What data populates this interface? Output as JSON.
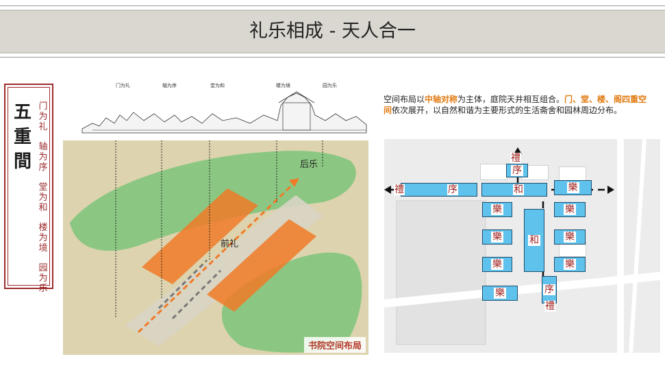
{
  "title": "礼乐相成 - 天人合一",
  "seal": {
    "big_text": "五重間",
    "columns": [
      "门为礼",
      "轴为序",
      "堂为和",
      "楼为境",
      "园为乐"
    ]
  },
  "skyline_labels": [
    "门为礼",
    "轴为序",
    "堂为和",
    "楼为境",
    "园为乐"
  ],
  "left_map": {
    "label_houle": "后乐",
    "label_qianli": "前礼",
    "caption": "书院空间布局"
  },
  "paragraph": {
    "p1": "空间布局以",
    "h1": "中轴对称",
    "p2": "为主体，庭院天井相互组合。",
    "h2": "门、堂、楼、阁四重空间",
    "p3": "依次展开，以自然和谐为主要形式的生活斋舍和园林周边分布。"
  },
  "plan": {
    "top_li": "禮",
    "top_xu": "序",
    "left_li": "禮",
    "row_xu": "序",
    "row_he": "和",
    "row_yue": "樂",
    "center_he": "和",
    "yue": "樂",
    "bottom_xu": "序",
    "bottom_li": "禮"
  },
  "colors": {
    "accent_orange": "#e07a10",
    "seal_red": "#9b2b2b",
    "building_blue": "#5ec2ec",
    "char_red": "#a0211e"
  }
}
